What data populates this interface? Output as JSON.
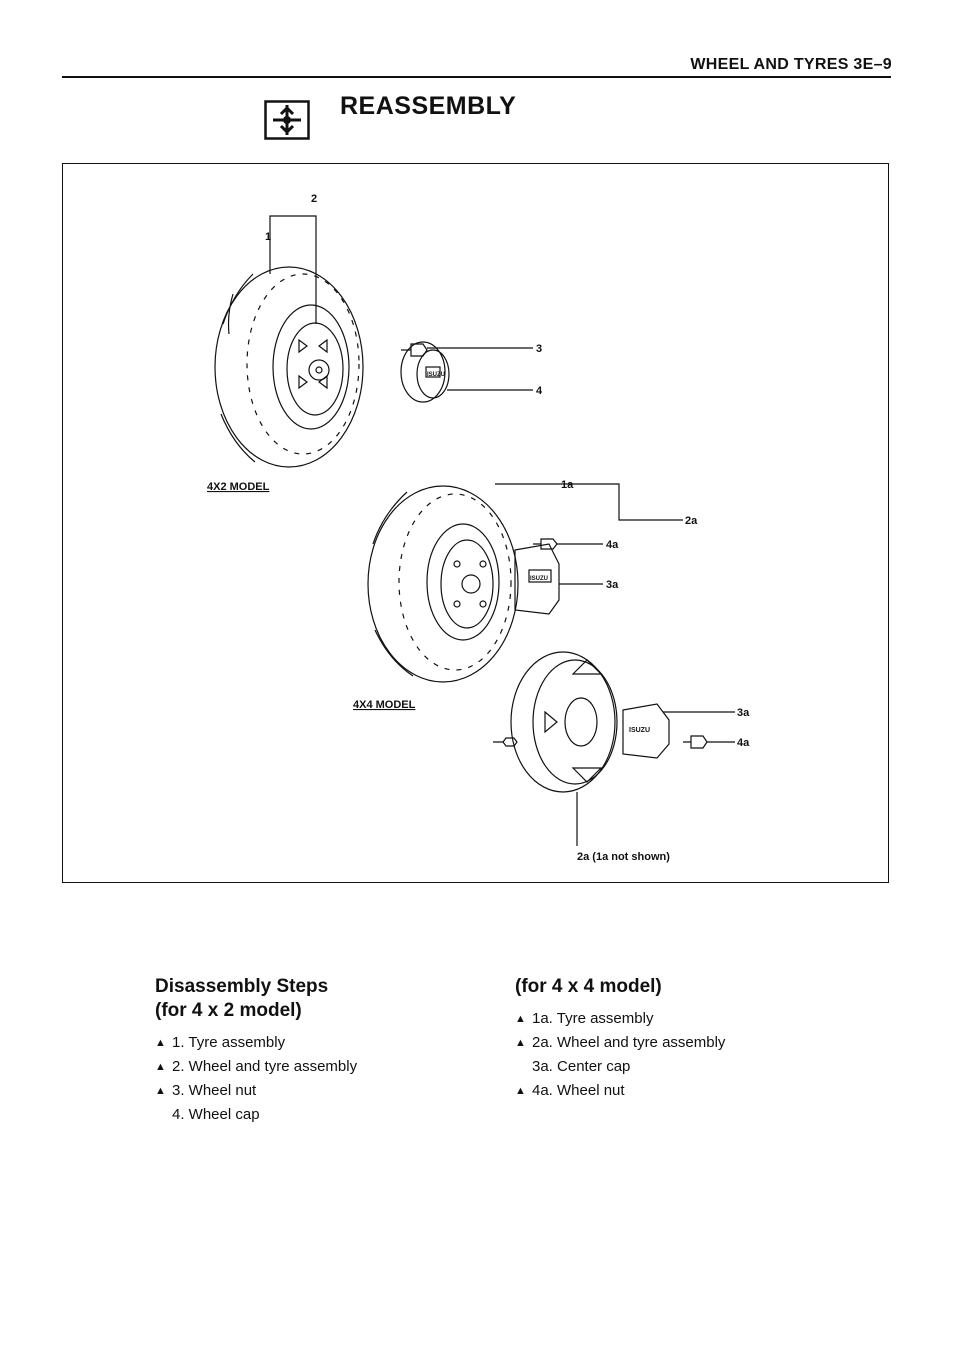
{
  "header": {
    "section_ref": "WHEEL AND TYRES 3E–9"
  },
  "section": {
    "title": "REASSEMBLY",
    "icon": "reassembly-icon"
  },
  "figure": {
    "callouts": {
      "c1": "1",
      "c2": "2",
      "c3": "3",
      "c4": "4",
      "c1a": "1a",
      "c2a": "2a",
      "c3a_top": "3a",
      "c4a_top": "4a",
      "c3a_bottom": "3a",
      "c4a_bottom": "4a",
      "c2a_note": "2a (1a not shown)"
    },
    "model_labels": {
      "model_4x2": "4X2 MODEL",
      "model_4x4": "4X4 MODEL"
    },
    "cap_logo": "ISUZU"
  },
  "steps_4x2": {
    "heading_line1": "Disassembly Steps",
    "heading_line2": "(for 4 x 2 model)",
    "items": [
      {
        "marker": "▲",
        "text": "1. Tyre assembly"
      },
      {
        "marker": "▲",
        "text": "2. Wheel and tyre assembly"
      },
      {
        "marker": "▲",
        "text": "3. Wheel nut"
      },
      {
        "marker": "",
        "text": "4. Wheel cap"
      }
    ]
  },
  "steps_4x4": {
    "heading": "(for 4 x 4 model)",
    "items": [
      {
        "marker": "▲",
        "text": "1a. Tyre assembly"
      },
      {
        "marker": "▲",
        "text": "2a. Wheel and tyre assembly"
      },
      {
        "marker": "",
        "text": "3a. Center cap"
      },
      {
        "marker": "▲",
        "text": "4a. Wheel nut"
      }
    ]
  }
}
